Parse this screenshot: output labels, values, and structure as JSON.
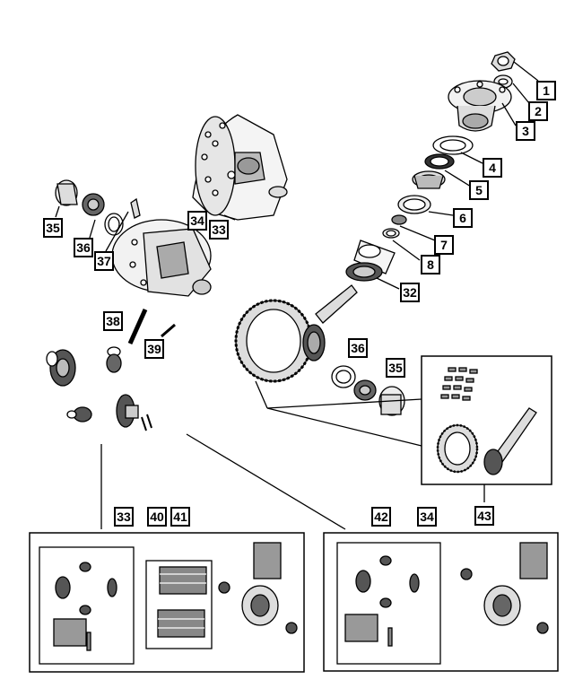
{
  "diagram": {
    "callouts": {
      "c1": "1",
      "c2": "2",
      "c3": "3",
      "c4": "4",
      "c5": "5",
      "c6": "6",
      "c7": "7",
      "c8": "8",
      "c32": "32",
      "c33a": "33",
      "c34a": "34",
      "c35a": "35",
      "c36a": "36",
      "c37": "37",
      "c38": "38",
      "c39": "39",
      "c36b": "36",
      "c35b": "35",
      "c43": "43",
      "c33b": "33",
      "c40": "40",
      "c41": "41",
      "c42": "42",
      "c34b": "34"
    }
  }
}
